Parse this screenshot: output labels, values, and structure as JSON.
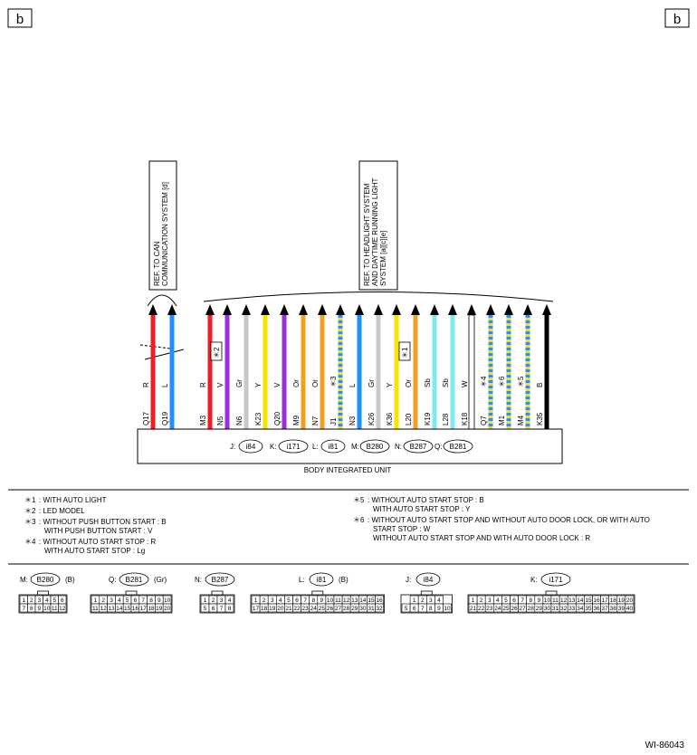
{
  "corner_labels": {
    "left": "b",
    "right": "b"
  },
  "refs": {
    "can": [
      "REF. TO CAN",
      "COMMUNICATION SYSTEM [d]"
    ],
    "headlight": [
      "REF. TO HEADLIGHT SYSTEM",
      "AND DAYTIME RUNNING LIGHT",
      "SYSTEM [a][c][e]"
    ]
  },
  "unit": {
    "name": "BODY INTEGRATED UNIT",
    "connectors": [
      {
        "prefix": "J:",
        "id": "i84"
      },
      {
        "prefix": "K:",
        "id": "i171"
      },
      {
        "prefix": "L:",
        "id": "i81"
      },
      {
        "prefix": "M:",
        "id": "B280"
      },
      {
        "prefix": "N:",
        "id": "B287"
      },
      {
        "prefix": "Q:",
        "id": "B281"
      }
    ]
  },
  "wires": [
    {
      "color_code": "R",
      "pin": "Q17",
      "color": "#ee1c25"
    },
    {
      "color_code": "L",
      "pin": "Q19",
      "color": "#1e90ff"
    },
    {
      "color_code": "R",
      "pin": "M3",
      "color": "#ee1c25"
    },
    {
      "color_code": "V",
      "pin": "N5",
      "color": "#9b30d9",
      "note": "＊2"
    },
    {
      "color_code": "Gr",
      "pin": "N6",
      "color": "#c8c8c8"
    },
    {
      "color_code": "Y",
      "pin": "K23",
      "color": "#f5e400"
    },
    {
      "color_code": "V",
      "pin": "Q20",
      "color": "#9b30d9"
    },
    {
      "color_code": "Or",
      "pin": "M9",
      "color": "#f0a020"
    },
    {
      "color_code": "Or",
      "pin": "N7",
      "color": "#f0a020"
    },
    {
      "color_code": "＊3",
      "pin": "J1",
      "color": "#f5e400",
      "stripe": "#3c8cd8"
    },
    {
      "color_code": "L",
      "pin": "N3",
      "color": "#1e90ff"
    },
    {
      "color_code": "Gr",
      "pin": "K26",
      "color": "#c8c8c8"
    },
    {
      "color_code": "Y",
      "pin": "K36",
      "color": "#f5e400"
    },
    {
      "color_code": "Or",
      "pin": "L20",
      "color": "#f0a020",
      "note": "＊1"
    },
    {
      "color_code": "Sb",
      "pin": "K19",
      "color": "#7fe8f0"
    },
    {
      "color_code": "Sb",
      "pin": "L28",
      "color": "#7fe8f0"
    },
    {
      "color_code": "W",
      "pin": "K18",
      "color": "#ffffff"
    },
    {
      "color_code": "＊4",
      "pin": "Q7",
      "color": "#f5e400",
      "stripe": "#3c8cd8"
    },
    {
      "color_code": "＊6",
      "pin": "M1",
      "color": "#f5e400",
      "stripe": "#3c8cd8"
    },
    {
      "color_code": "＊5",
      "pin": "M4",
      "color": "#f5e400",
      "stripe": "#3c8cd8"
    },
    {
      "color_code": "B",
      "pin": "K35",
      "color": "#000000"
    }
  ],
  "notes_left": [
    {
      "mark": "＊1",
      "lines": [
        ": WITH AUTO LIGHT"
      ]
    },
    {
      "mark": "＊2",
      "lines": [
        ": LED MODEL"
      ]
    },
    {
      "mark": "＊3",
      "lines": [
        ": WITHOUT PUSH BUTTON START  : B",
        "WITH PUSH BUTTON START  : V"
      ]
    },
    {
      "mark": "＊4",
      "lines": [
        ": WITHOUT AUTO START STOP  : R",
        "WITH AUTO START STOP  : Lg"
      ]
    }
  ],
  "notes_right": [
    {
      "mark": "＊5",
      "lines": [
        ": WITHOUT AUTO START STOP  : B",
        "WITH AUTO START STOP  : Y"
      ]
    },
    {
      "mark": "＊6",
      "lines": [
        ": WITHOUT AUTO START STOP AND WITHOUT AUTO DOOR LOCK, OR WITH AUTO",
        "START STOP : W",
        "WITHOUT AUTO START STOP AND WITH AUTO DOOR LOCK  : R"
      ]
    }
  ],
  "connector_views": [
    {
      "prefix": "M:",
      "id": "B280",
      "color": "(B)",
      "rows": [
        [
          "1",
          "2",
          "3",
          "4",
          "5",
          "6"
        ],
        [
          "7",
          "8",
          "9",
          "10",
          "11",
          "12"
        ]
      ]
    },
    {
      "prefix": "Q:",
      "id": "B281",
      "color": "(Gr)",
      "rows": [
        [
          "1",
          "2",
          "3",
          "4",
          "5",
          "6",
          "7",
          "8",
          "9",
          "10"
        ],
        [
          "11",
          "12",
          "13",
          "14",
          "15",
          "16",
          "17",
          "18",
          "19",
          "20"
        ]
      ]
    },
    {
      "prefix": "N:",
      "id": "B287",
      "color": "",
      "rows": [
        [
          "1",
          "2",
          "3",
          "4"
        ],
        [
          "5",
          "6",
          "7",
          "8"
        ]
      ]
    },
    {
      "prefix": "L:",
      "id": "i81",
      "color": "(B)",
      "rows": [
        [
          "1",
          "2",
          "3",
          "4",
          "5",
          "6",
          "7",
          "8",
          "9",
          "10",
          "11",
          "12",
          "13",
          "14",
          "15",
          "16"
        ],
        [
          "17",
          "18",
          "19",
          "20",
          "21",
          "22",
          "23",
          "24",
          "25",
          "26",
          "27",
          "28",
          "29",
          "30",
          "31",
          "32"
        ]
      ]
    },
    {
      "prefix": "J:",
      "id": "i84",
      "color": "",
      "rows": [
        [
          "1",
          "2",
          "3",
          "4"
        ],
        [
          "5",
          "6",
          "7",
          "8",
          "9",
          "10"
        ]
      ]
    },
    {
      "prefix": "K:",
      "id": "i171",
      "color": "",
      "rows": [
        [
          "1",
          "2",
          "3",
          "4",
          "5",
          "6",
          "7",
          "8",
          "9",
          "10",
          "11",
          "12",
          "13",
          "14",
          "15",
          "16",
          "17",
          "18",
          "19",
          "20"
        ],
        [
          "21",
          "22",
          "23",
          "24",
          "25",
          "26",
          "27",
          "28",
          "29",
          "30",
          "31",
          "32",
          "33",
          "34",
          "35",
          "36",
          "37",
          "38",
          "39",
          "40"
        ]
      ]
    }
  ],
  "footer_code": "WI-86043"
}
